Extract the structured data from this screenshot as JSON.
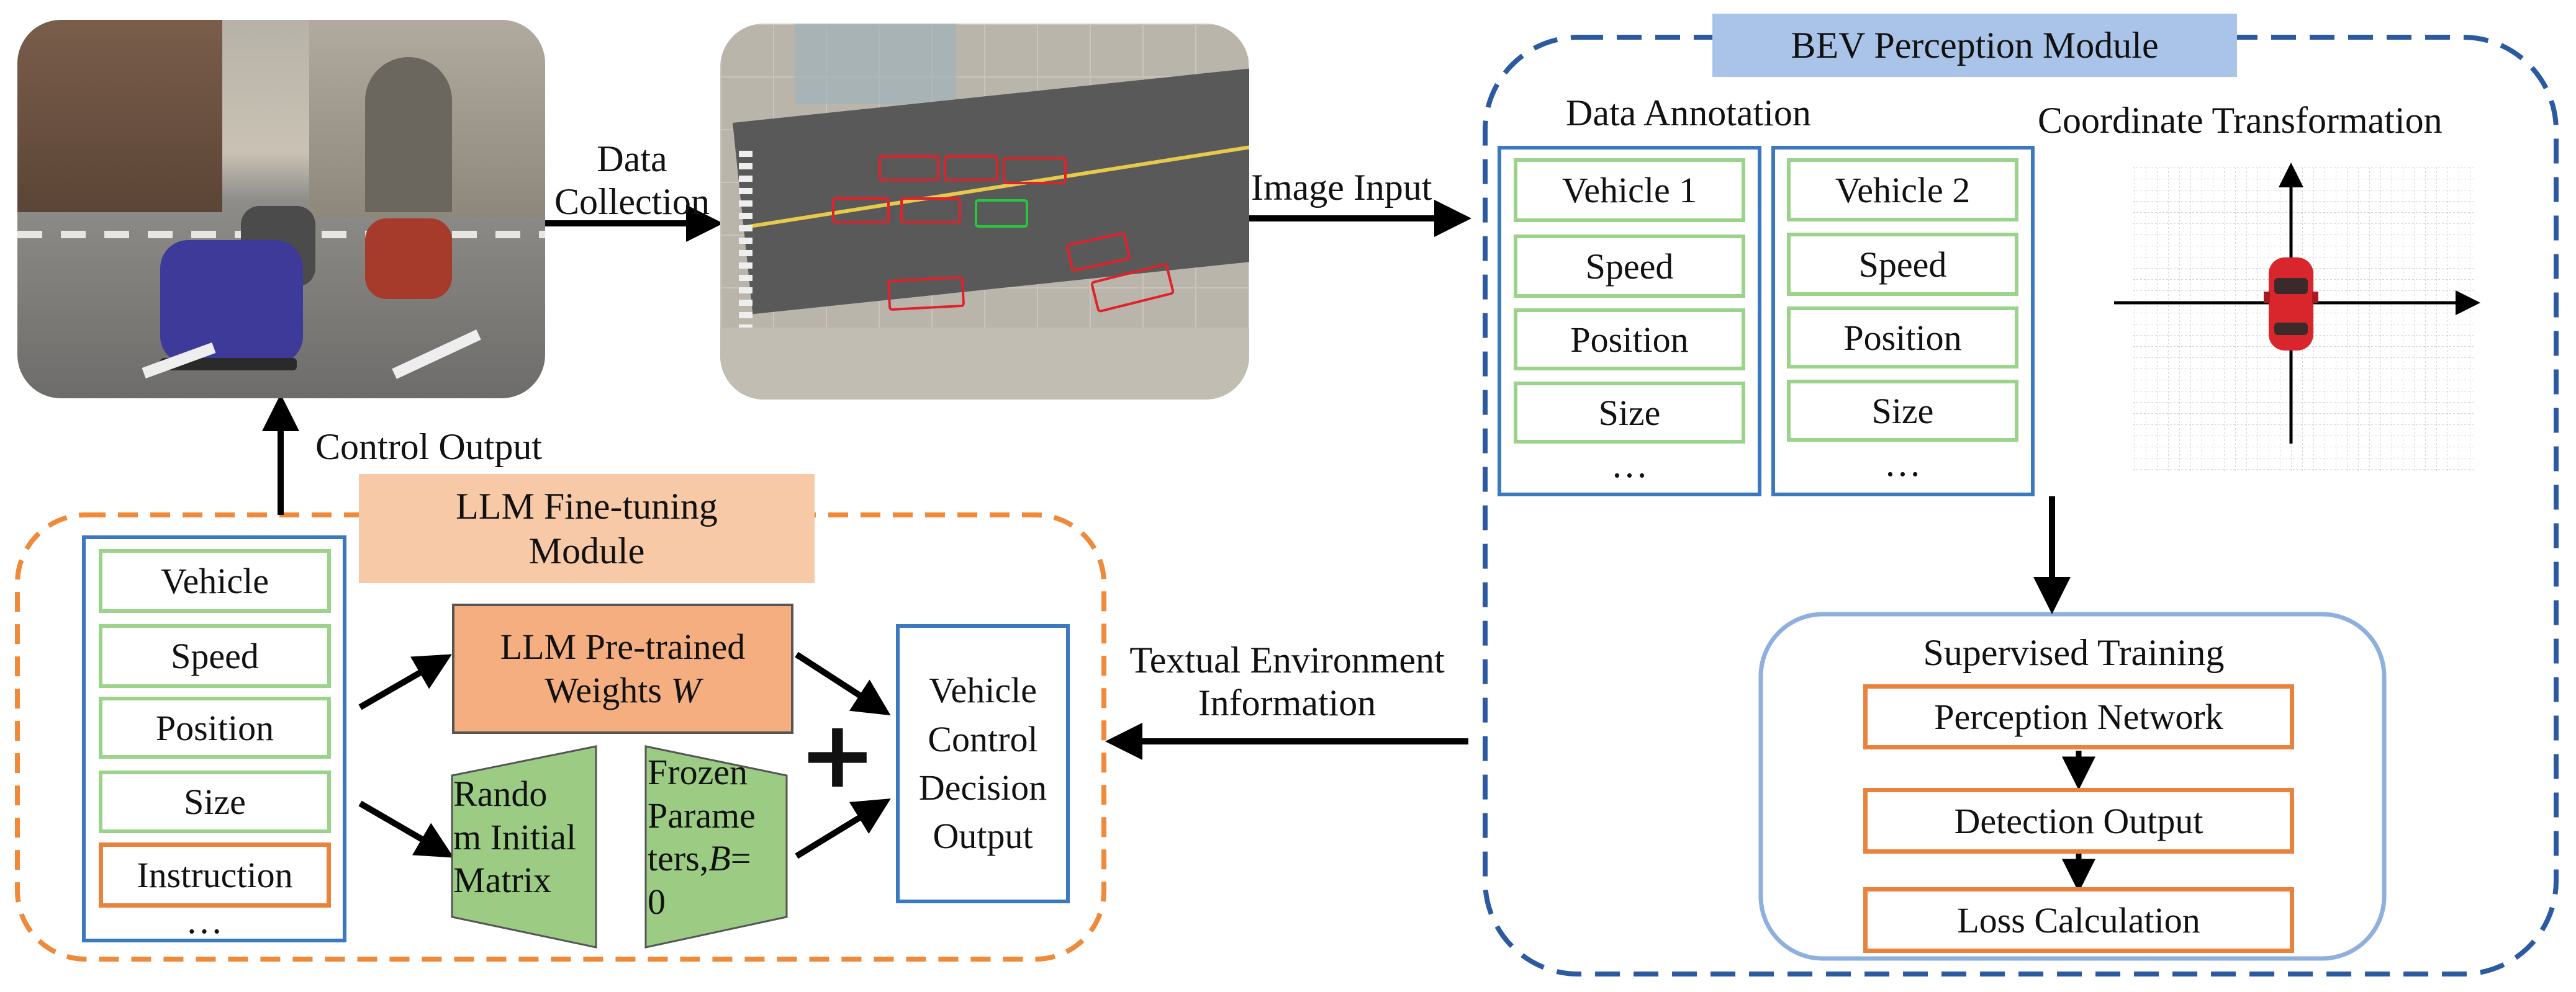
{
  "labels": {
    "data_collection_l1": "Data",
    "data_collection_l2": "Collection",
    "image_input": "Image Input",
    "control_output": "Control Output",
    "textual_env_l1": "Textual Environment",
    "textual_env_l2": "Information"
  },
  "bev": {
    "title": "BEV Perception Module",
    "data_annotation": "Data Annotation",
    "coordinate_transformation": "Coordinate Transformation",
    "vehicle1": {
      "header": "Vehicle 1",
      "items": [
        "Speed",
        "Position",
        "Size"
      ],
      "ellipsis": "…"
    },
    "vehicle2": {
      "header": "Vehicle 2",
      "items": [
        "Speed",
        "Position",
        "Size"
      ],
      "ellipsis": "…"
    },
    "supervised_training": "Supervised Training",
    "steps": [
      "Perception Network",
      "Detection Output",
      "Loss Calculation"
    ]
  },
  "llm": {
    "title_l1": "LLM Fine-tuning",
    "title_l2": "Module",
    "inputs": [
      "Vehicle",
      "Speed",
      "Position",
      "Size"
    ],
    "instruction": "Instruction",
    "ellipsis": "…",
    "pretrained_l1": "LLM Pre-trained",
    "pretrained_l2": "Weights ",
    "pretrained_var": "W",
    "random_lines": [
      "Rando",
      "m Initial",
      "Matrix"
    ],
    "frozen_lines": [
      "Frozen",
      "Parame",
      "ters,"
    ],
    "frozen_var": "B",
    "frozen_eq": "=",
    "frozen_zero": "0",
    "plus": "+",
    "decision_lines": [
      "Vehicle",
      "Control",
      "Decision",
      "Output"
    ]
  },
  "colors": {
    "blue_dash": "#2c5aa0",
    "orange_dash": "#ee8a3a",
    "green_border": "#9bd38a",
    "orange_border": "#e9823c",
    "blue_border": "#3a78bf",
    "bev_title_bg": "#aac3e8",
    "llm_title_bg": "#f8c9a6",
    "pretrained_fill": "#f4ae80",
    "green_fill": "#9ccc84",
    "supervised_border": "#8fb0df"
  }
}
